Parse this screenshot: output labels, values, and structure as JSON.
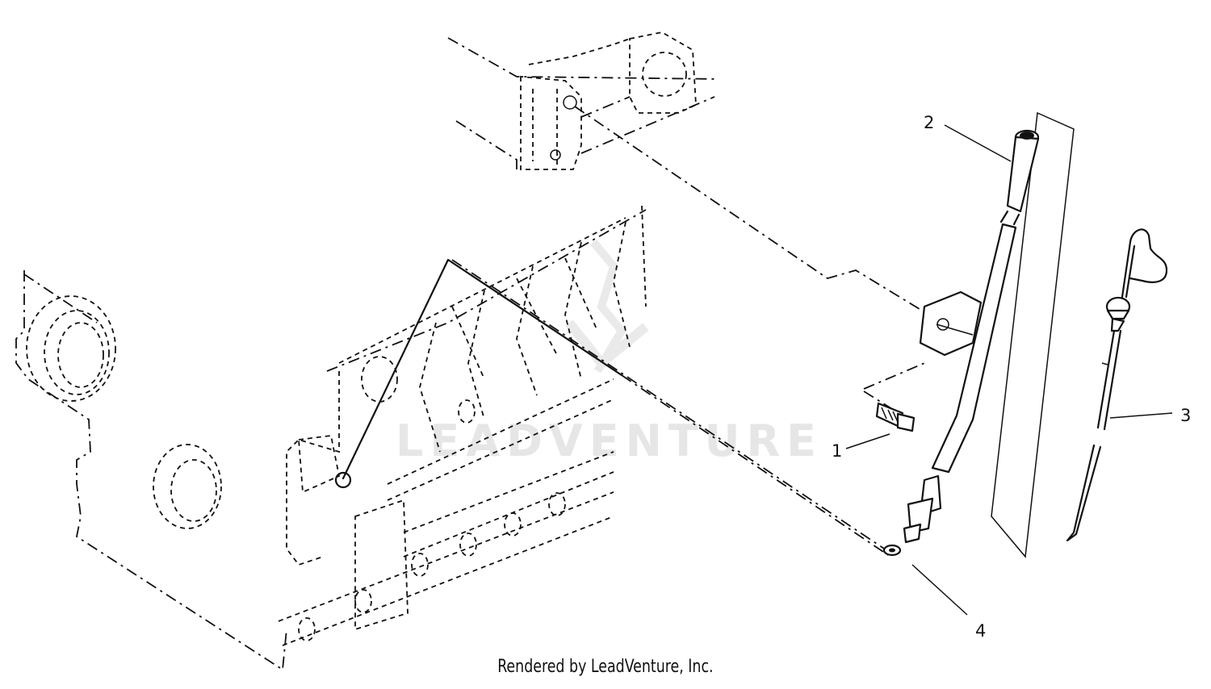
{
  "callouts": [
    {
      "id": "1",
      "label": "1"
    },
    {
      "id": "2",
      "label": "2"
    },
    {
      "id": "3",
      "label": "3"
    },
    {
      "id": "4",
      "label": "4"
    }
  ],
  "watermark": "LEADVENTURE",
  "footer": "Rendered by LeadVenture, Inc."
}
